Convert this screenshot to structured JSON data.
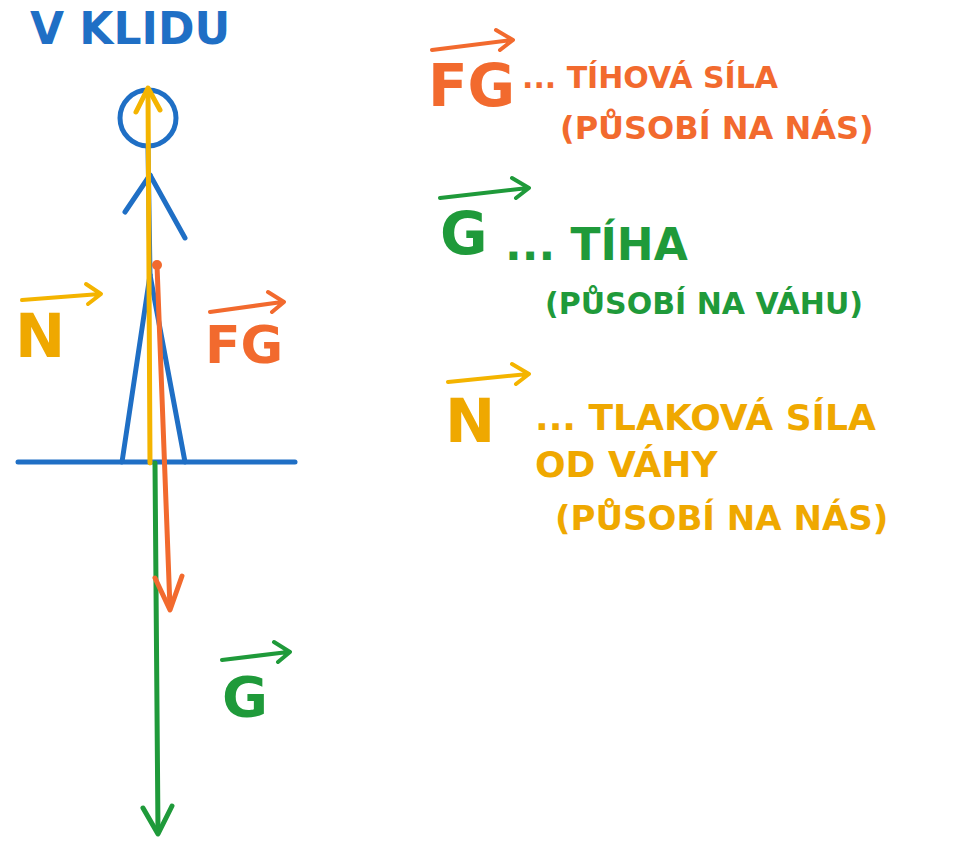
{
  "diagram": {
    "title": "V KLIDU",
    "labels": [
      "N",
      "FG",
      "G",
      "FG",
      "... TÍHOVÁ SÍLA",
      "(PŮSOBÍ NA NÁS)",
      "G",
      "... TÍHA",
      "(PŮSOBÍ NA VÁHU)",
      "N",
      "... TLAKOVÁ SÍLA OD VÁHY",
      "(PŮSOBÍ NA NÁS)"
    ]
  }
}
